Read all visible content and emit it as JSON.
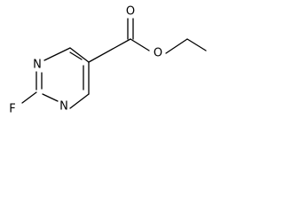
{
  "molecule": {
    "atoms": {
      "n1": "N",
      "n3": "N",
      "f": "F",
      "o_carbonyl": "O",
      "o_ester": "O"
    },
    "colors": {
      "bond": "#000000",
      "label": "#000000",
      "background": "#ffffff"
    }
  }
}
